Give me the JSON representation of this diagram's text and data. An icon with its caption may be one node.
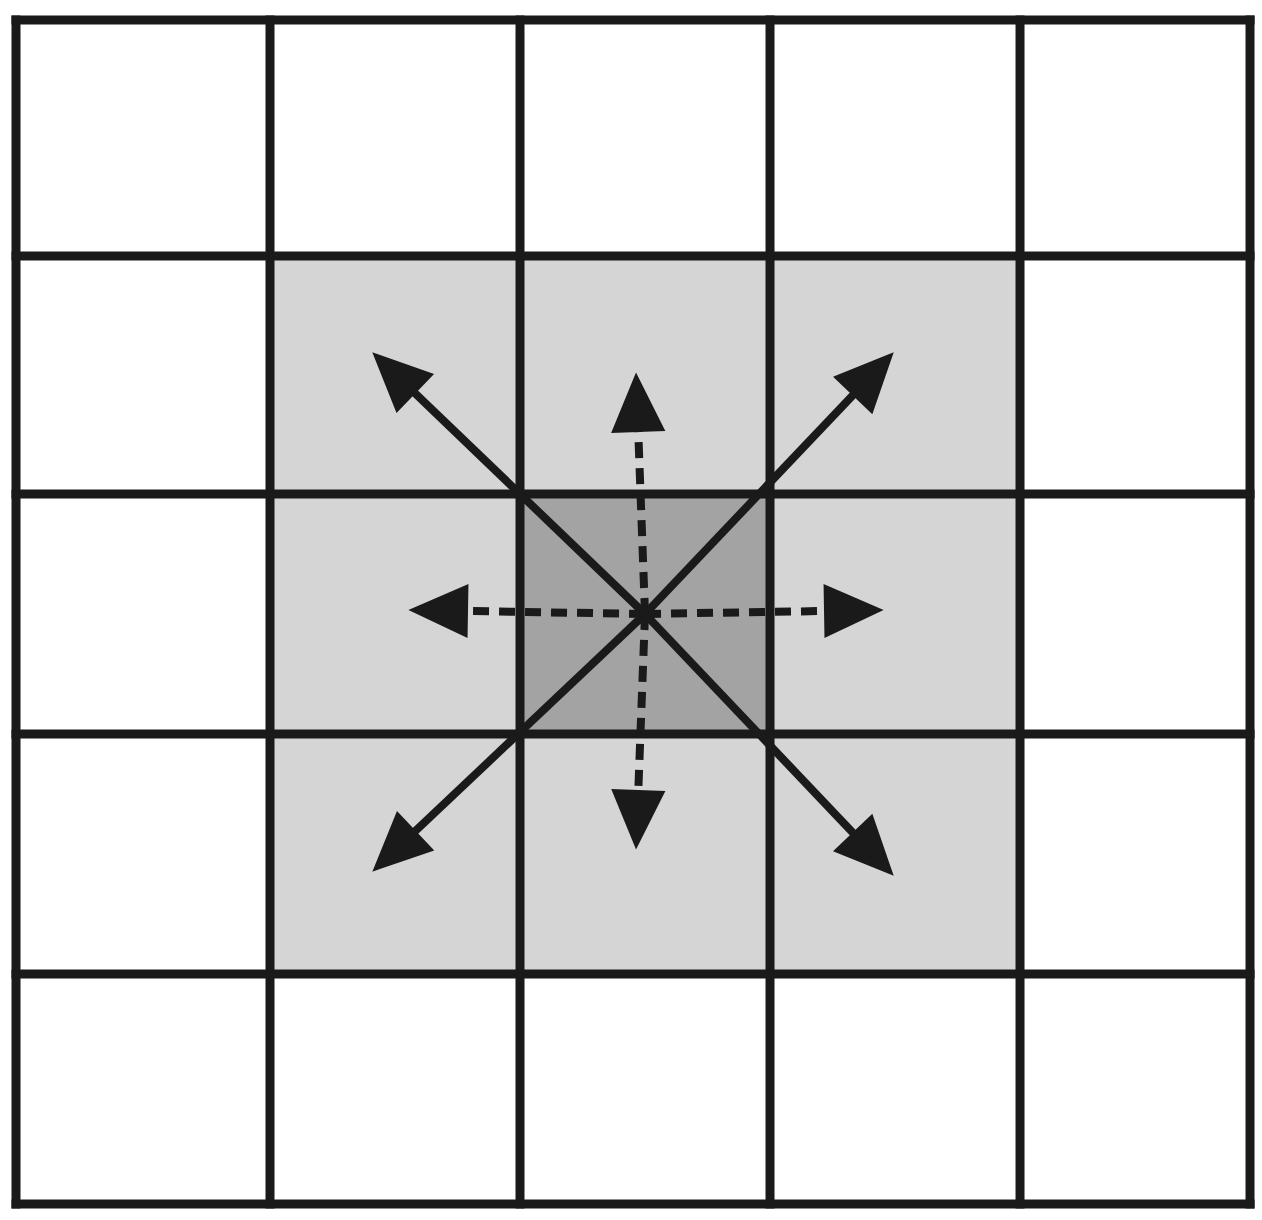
{
  "diagram": {
    "nodes": [
      {
        "text": [],
        "shape": "box"
      },
      {
        "text": [],
        "shape": "box"
      },
      {
        "text": [],
        "shape": "box"
      },
      {
        "text": [],
        "shape": "box"
      },
      {
        "text": [],
        "shape": "box"
      },
      {
        "text": [],
        "shape": "box"
      },
      {
        "text": [],
        "shape": "box"
      },
      {
        "text": [],
        "shape": "box"
      },
      {
        "text": [],
        "shape": "box"
      }
    ],
    "edges": [
      {
        "from": 0,
        "to": 1,
        "arrow": "to"
      },
      {
        "from": 0,
        "to": 2,
        "arrow": "to",
        "style": "dashed"
      },
      {
        "from": 0,
        "to": 3,
        "arrow": "to"
      },
      {
        "from": 0,
        "to": 4,
        "arrow": "to",
        "style": "dashed"
      },
      {
        "from": 0,
        "to": 5,
        "arrow": "to",
        "style": "dashed"
      },
      {
        "from": 0,
        "to": 6,
        "arrow": "to"
      },
      {
        "from": 0,
        "to": 7,
        "arrow": "to",
        "style": "dashed"
      },
      {
        "from": 0,
        "to": 8,
        "arrow": "to"
      }
    ]
  }
}
